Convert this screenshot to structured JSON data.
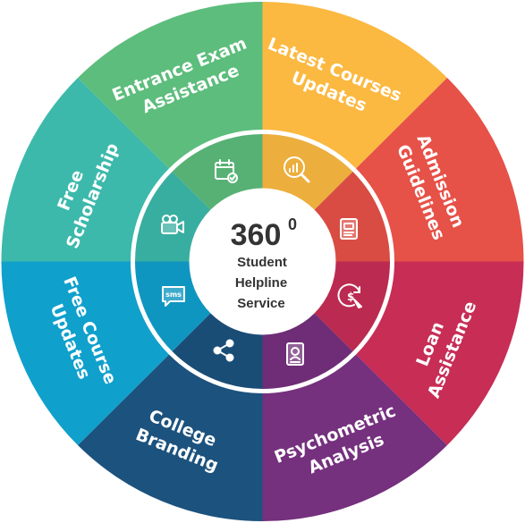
{
  "center": {
    "number": "360",
    "superscript": "0",
    "line1": "Student",
    "line2": "Helpline",
    "line3": "Service"
  },
  "segments": [
    {
      "id": "latest-courses-updates",
      "line1": "Latest Courses",
      "line2": "Updates",
      "color": "#FBB941",
      "icon": "magnifier-chart-icon"
    },
    {
      "id": "admission-guidelines",
      "line1": "Admission",
      "line2": "Guidelines",
      "color": "#E65148",
      "icon": "document-icon"
    },
    {
      "id": "loan-assistance",
      "line1": "Loan",
      "line2": "Assistance",
      "color": "#C72D55",
      "icon": "dollar-hand-icon"
    },
    {
      "id": "psychometric-analysis",
      "line1": "Psychometric",
      "line2": "Analysis",
      "color": "#75307E",
      "icon": "profile-report-icon"
    },
    {
      "id": "college-branding",
      "line1": "College",
      "line2": "Branding",
      "color": "#1C527E",
      "icon": "share-icon"
    },
    {
      "id": "free-course-updates",
      "line1": "Free Course",
      "line2": "Updates",
      "color": "#10A0CC",
      "icon": "sms-icon"
    },
    {
      "id": "free-scholarship",
      "line1": "Free",
      "line2": "Scholarship",
      "color": "#3CB9AB",
      "icon": "video-camera-icon"
    },
    {
      "id": "entrance-exam-assistance",
      "line1": "Entrance Exam",
      "line2": "Assistance",
      "color": "#5DBD7C",
      "icon": "calendar-check-icon"
    }
  ]
}
